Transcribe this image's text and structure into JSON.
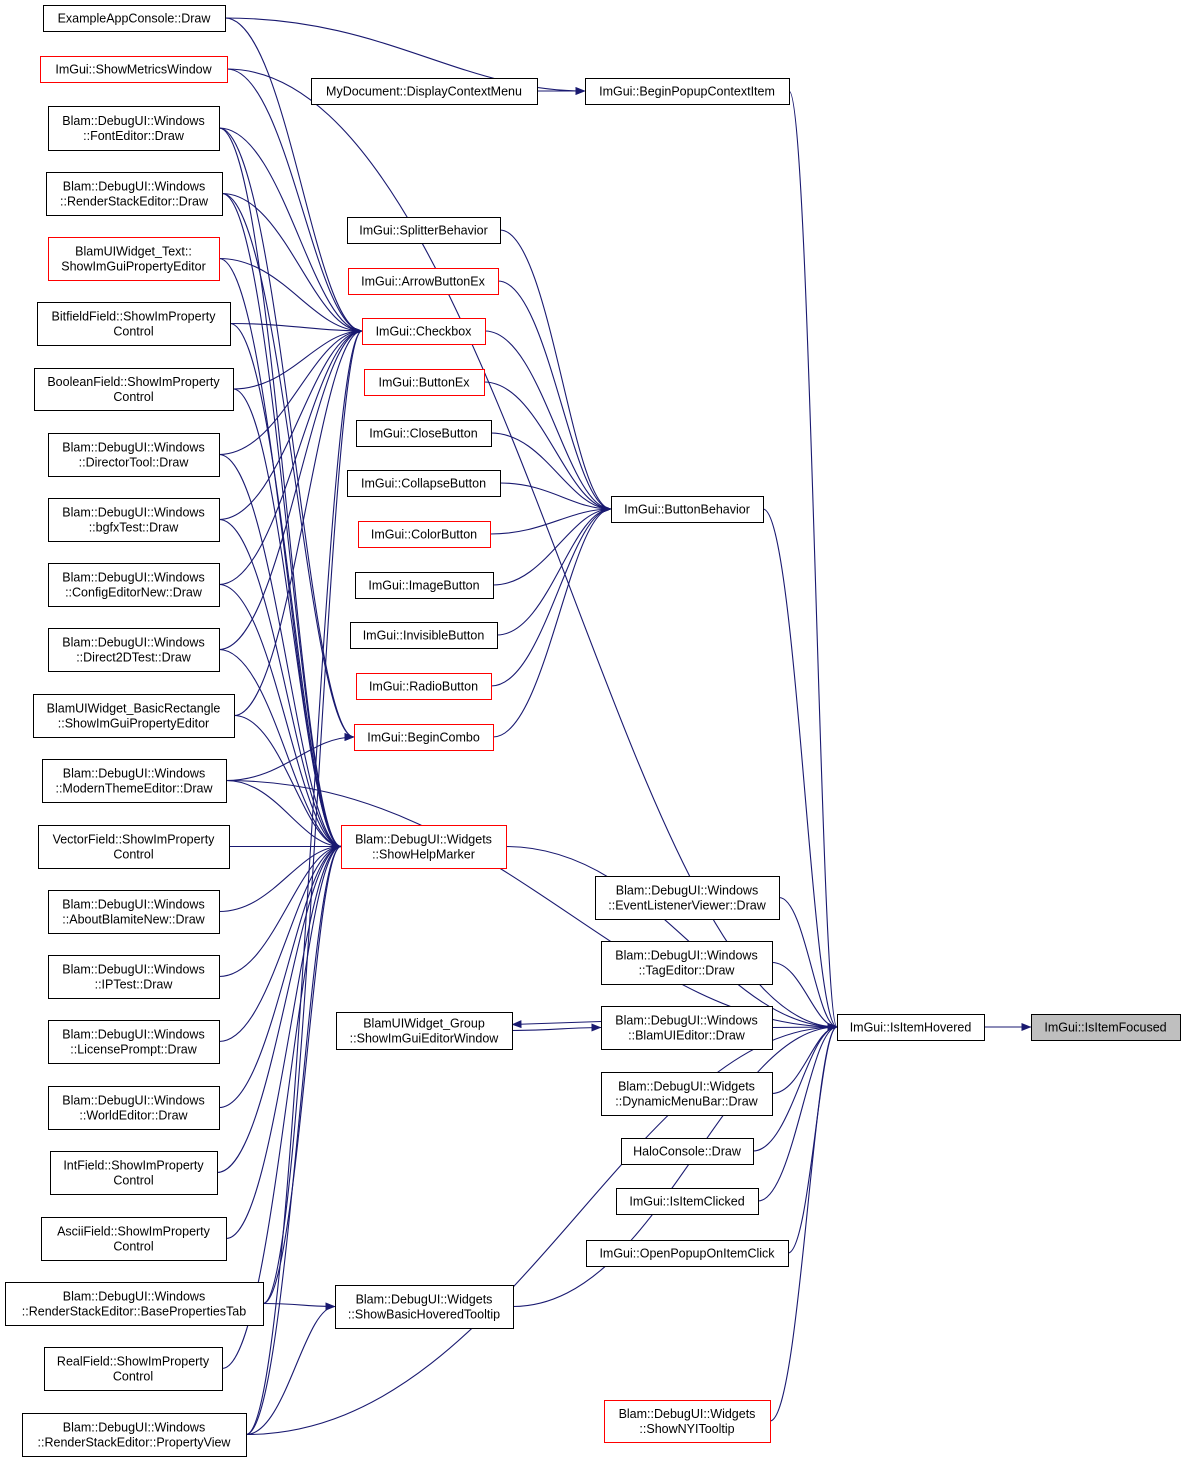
{
  "colors": {
    "edge": "#191970",
    "border_normal": "#000000",
    "border_truncated": "#ff0000",
    "focus_fill": "#bfbfbf",
    "node_fill": "#ffffff"
  },
  "nodes": [
    {
      "id": "isitemfocused",
      "lines": [
        "ImGui::IsItemFocused"
      ],
      "style": "focus"
    },
    {
      "id": "isitemhovered",
      "lines": [
        "ImGui::IsItemHovered"
      ],
      "style": "normal"
    },
    {
      "id": "beginpopupcontextitem",
      "lines": [
        "ImGui::BeginPopupContextItem"
      ],
      "style": "normal"
    },
    {
      "id": "displaycontextmenu",
      "lines": [
        "MyDocument::DisplayContextMenu"
      ],
      "style": "normal"
    },
    {
      "id": "exampleappconsole",
      "lines": [
        "ExampleAppConsole::Draw"
      ],
      "style": "normal"
    },
    {
      "id": "showmetricswindow",
      "lines": [
        "ImGui::ShowMetricsWindow"
      ],
      "style": "truncated"
    },
    {
      "id": "fonteditor",
      "lines": [
        "Blam::DebugUI::Windows",
        "::FontEditor::Draw"
      ],
      "style": "normal"
    },
    {
      "id": "renderstackeditor",
      "lines": [
        "Blam::DebugUI::Windows",
        "::RenderStackEditor::Draw"
      ],
      "style": "normal"
    },
    {
      "id": "blamuiwidgettext",
      "lines": [
        "BlamUIWidget_Text::",
        "ShowImGuiPropertyEditor"
      ],
      "style": "truncated"
    },
    {
      "id": "bitfieldfield",
      "lines": [
        "BitfieldField::ShowImProperty",
        "Control"
      ],
      "style": "normal"
    },
    {
      "id": "booleanfield",
      "lines": [
        "BooleanField::ShowImProperty",
        "Control"
      ],
      "style": "normal"
    },
    {
      "id": "directortool",
      "lines": [
        "Blam::DebugUI::Windows",
        "::DirectorTool::Draw"
      ],
      "style": "normal"
    },
    {
      "id": "bgfxtest",
      "lines": [
        "Blam::DebugUI::Windows",
        "::bgfxTest::Draw"
      ],
      "style": "normal"
    },
    {
      "id": "configeditornew",
      "lines": [
        "Blam::DebugUI::Windows",
        "::ConfigEditorNew::Draw"
      ],
      "style": "normal"
    },
    {
      "id": "direct2dtest",
      "lines": [
        "Blam::DebugUI::Windows",
        "::Direct2DTest::Draw"
      ],
      "style": "normal"
    },
    {
      "id": "basicrectangle",
      "lines": [
        "BlamUIWidget_BasicRectangle",
        "::ShowImGuiPropertyEditor"
      ],
      "style": "normal"
    },
    {
      "id": "modernthemeeditor",
      "lines": [
        "Blam::DebugUI::Windows",
        "::ModernThemeEditor::Draw"
      ],
      "style": "normal"
    },
    {
      "id": "vectorfield",
      "lines": [
        "VectorField::ShowImProperty",
        "Control"
      ],
      "style": "normal"
    },
    {
      "id": "aboutblamitenew",
      "lines": [
        "Blam::DebugUI::Windows",
        "::AboutBlamiteNew::Draw"
      ],
      "style": "normal"
    },
    {
      "id": "iptest",
      "lines": [
        "Blam::DebugUI::Windows",
        "::IPTest::Draw"
      ],
      "style": "normal"
    },
    {
      "id": "licenseprompt",
      "lines": [
        "Blam::DebugUI::Windows",
        "::LicensePrompt::Draw"
      ],
      "style": "normal"
    },
    {
      "id": "worldeditor",
      "lines": [
        "Blam::DebugUI::Windows",
        "::WorldEditor::Draw"
      ],
      "style": "normal"
    },
    {
      "id": "intfield",
      "lines": [
        "IntField::ShowImProperty",
        "Control"
      ],
      "style": "normal"
    },
    {
      "id": "asciifield",
      "lines": [
        "AsciiField::ShowImProperty",
        "Control"
      ],
      "style": "normal"
    },
    {
      "id": "basepropertiestab",
      "lines": [
        "Blam::DebugUI::Windows",
        "::RenderStackEditor::BasePropertiesTab"
      ],
      "style": "normal"
    },
    {
      "id": "realfield",
      "lines": [
        "RealField::ShowImProperty",
        "Control"
      ],
      "style": "normal"
    },
    {
      "id": "propertyview",
      "lines": [
        "Blam::DebugUI::Windows",
        "::RenderStackEditor::PropertyView"
      ],
      "style": "normal"
    },
    {
      "id": "splitterbehavior",
      "lines": [
        "ImGui::SplitterBehavior"
      ],
      "style": "normal"
    },
    {
      "id": "arrowbuttonex",
      "lines": [
        "ImGui::ArrowButtonEx"
      ],
      "style": "truncated"
    },
    {
      "id": "checkbox",
      "lines": [
        "ImGui::Checkbox"
      ],
      "style": "truncated"
    },
    {
      "id": "buttonex",
      "lines": [
        "ImGui::ButtonEx"
      ],
      "style": "truncated"
    },
    {
      "id": "closebutton",
      "lines": [
        "ImGui::CloseButton"
      ],
      "style": "normal"
    },
    {
      "id": "collapsebutton",
      "lines": [
        "ImGui::CollapseButton"
      ],
      "style": "normal"
    },
    {
      "id": "colorbutton",
      "lines": [
        "ImGui::ColorButton"
      ],
      "style": "truncated"
    },
    {
      "id": "imagebutton",
      "lines": [
        "ImGui::ImageButton"
      ],
      "style": "normal"
    },
    {
      "id": "invisiblebutton",
      "lines": [
        "ImGui::InvisibleButton"
      ],
      "style": "normal"
    },
    {
      "id": "radiobutton",
      "lines": [
        "ImGui::RadioButton"
      ],
      "style": "truncated"
    },
    {
      "id": "begincombo",
      "lines": [
        "ImGui::BeginCombo"
      ],
      "style": "truncated"
    },
    {
      "id": "buttonbehavior",
      "lines": [
        "ImGui::ButtonBehavior"
      ],
      "style": "normal"
    },
    {
      "id": "showhelpmarker",
      "lines": [
        "Blam::DebugUI::Widgets",
        "::ShowHelpMarker"
      ],
      "style": "truncated"
    },
    {
      "id": "eventlistenerviewer",
      "lines": [
        "Blam::DebugUI::Windows",
        "::EventListenerViewer::Draw"
      ],
      "style": "normal"
    },
    {
      "id": "tageditor",
      "lines": [
        "Blam::DebugUI::Windows",
        "::TagEditor::Draw"
      ],
      "style": "normal"
    },
    {
      "id": "blamuieditor",
      "lines": [
        "Blam::DebugUI::Windows",
        "::BlamUIEditor::Draw"
      ],
      "style": "normal"
    },
    {
      "id": "groupeditor",
      "lines": [
        "BlamUIWidget_Group",
        "::ShowImGuiEditorWindow"
      ],
      "style": "normal"
    },
    {
      "id": "dynamicmenubar",
      "lines": [
        "Blam::DebugUI::Widgets",
        "::DynamicMenuBar::Draw"
      ],
      "style": "normal"
    },
    {
      "id": "haloconsole",
      "lines": [
        "HaloConsole::Draw"
      ],
      "style": "normal"
    },
    {
      "id": "isitemclicked",
      "lines": [
        "ImGui::IsItemClicked"
      ],
      "style": "normal"
    },
    {
      "id": "openpopuponitemclick",
      "lines": [
        "ImGui::OpenPopupOnItemClick"
      ],
      "style": "normal"
    },
    {
      "id": "showbasichoveredtooltip",
      "lines": [
        "Blam::DebugUI::Widgets",
        "::ShowBasicHoveredTooltip"
      ],
      "style": "normal"
    },
    {
      "id": "shownyitooltip",
      "lines": [
        "Blam::DebugUI::Widgets",
        "::ShowNYITooltip"
      ],
      "style": "truncated"
    }
  ],
  "edges": [
    [
      "isitemhovered",
      "isitemfocused"
    ],
    [
      "beginpopupcontextitem",
      "isitemhovered"
    ],
    [
      "buttonbehavior",
      "isitemhovered"
    ],
    [
      "showhelpmarker",
      "isitemhovered"
    ],
    [
      "eventlistenerviewer",
      "isitemhovered"
    ],
    [
      "tageditor",
      "isitemhovered"
    ],
    [
      "blamuieditor",
      "isitemhovered"
    ],
    [
      "dynamicmenubar",
      "isitemhovered"
    ],
    [
      "haloconsole",
      "isitemhovered"
    ],
    [
      "isitemclicked",
      "isitemhovered"
    ],
    [
      "openpopuponitemclick",
      "isitemhovered"
    ],
    [
      "showbasichoveredtooltip",
      "isitemhovered"
    ],
    [
      "shownyitooltip",
      "isitemhovered"
    ],
    [
      "showmetricswindow",
      "isitemhovered"
    ],
    [
      "modernthemeeditor",
      "isitemhovered"
    ],
    [
      "propertyview",
      "isitemhovered"
    ],
    [
      "displaycontextmenu",
      "beginpopupcontextitem"
    ],
    [
      "exampleappconsole",
      "beginpopupcontextitem"
    ],
    [
      "splitterbehavior",
      "buttonbehavior"
    ],
    [
      "arrowbuttonex",
      "buttonbehavior"
    ],
    [
      "checkbox",
      "buttonbehavior"
    ],
    [
      "buttonex",
      "buttonbehavior"
    ],
    [
      "closebutton",
      "buttonbehavior"
    ],
    [
      "collapsebutton",
      "buttonbehavior"
    ],
    [
      "colorbutton",
      "buttonbehavior"
    ],
    [
      "imagebutton",
      "buttonbehavior"
    ],
    [
      "invisiblebutton",
      "buttonbehavior"
    ],
    [
      "radiobutton",
      "buttonbehavior"
    ],
    [
      "begincombo",
      "buttonbehavior"
    ],
    [
      "groupeditor",
      "blamuieditor"
    ],
    [
      "blamuieditor",
      "groupeditor"
    ],
    [
      "exampleappconsole",
      "checkbox"
    ],
    [
      "showmetricswindow",
      "checkbox"
    ],
    [
      "fonteditor",
      "checkbox"
    ],
    [
      "renderstackeditor",
      "checkbox"
    ],
    [
      "blamuiwidgettext",
      "checkbox"
    ],
    [
      "bitfieldfield",
      "checkbox"
    ],
    [
      "booleanfield",
      "checkbox"
    ],
    [
      "directortool",
      "checkbox"
    ],
    [
      "bgfxtest",
      "checkbox"
    ],
    [
      "configeditornew",
      "checkbox"
    ],
    [
      "direct2dtest",
      "checkbox"
    ],
    [
      "basicrectangle",
      "checkbox"
    ],
    [
      "basepropertiestab",
      "checkbox"
    ],
    [
      "propertyview",
      "checkbox"
    ],
    [
      "fonteditor",
      "begincombo"
    ],
    [
      "renderstackeditor",
      "begincombo"
    ],
    [
      "modernthemeeditor",
      "begincombo"
    ],
    [
      "fonteditor",
      "showhelpmarker"
    ],
    [
      "renderstackeditor",
      "showhelpmarker"
    ],
    [
      "blamuiwidgettext",
      "showhelpmarker"
    ],
    [
      "bitfieldfield",
      "showhelpmarker"
    ],
    [
      "booleanfield",
      "showhelpmarker"
    ],
    [
      "directortool",
      "showhelpmarker"
    ],
    [
      "bgfxtest",
      "showhelpmarker"
    ],
    [
      "configeditornew",
      "showhelpmarker"
    ],
    [
      "direct2dtest",
      "showhelpmarker"
    ],
    [
      "basicrectangle",
      "showhelpmarker"
    ],
    [
      "modernthemeeditor",
      "showhelpmarker"
    ],
    [
      "vectorfield",
      "showhelpmarker"
    ],
    [
      "aboutblamitenew",
      "showhelpmarker"
    ],
    [
      "iptest",
      "showhelpmarker"
    ],
    [
      "licenseprompt",
      "showhelpmarker"
    ],
    [
      "worldeditor",
      "showhelpmarker"
    ],
    [
      "intfield",
      "showhelpmarker"
    ],
    [
      "asciifield",
      "showhelpmarker"
    ],
    [
      "basepropertiestab",
      "showhelpmarker"
    ],
    [
      "realfield",
      "showhelpmarker"
    ],
    [
      "propertyview",
      "showhelpmarker"
    ],
    [
      "basepropertiestab",
      "showbasichoveredtooltip"
    ],
    [
      "propertyview",
      "showbasichoveredtooltip"
    ]
  ]
}
